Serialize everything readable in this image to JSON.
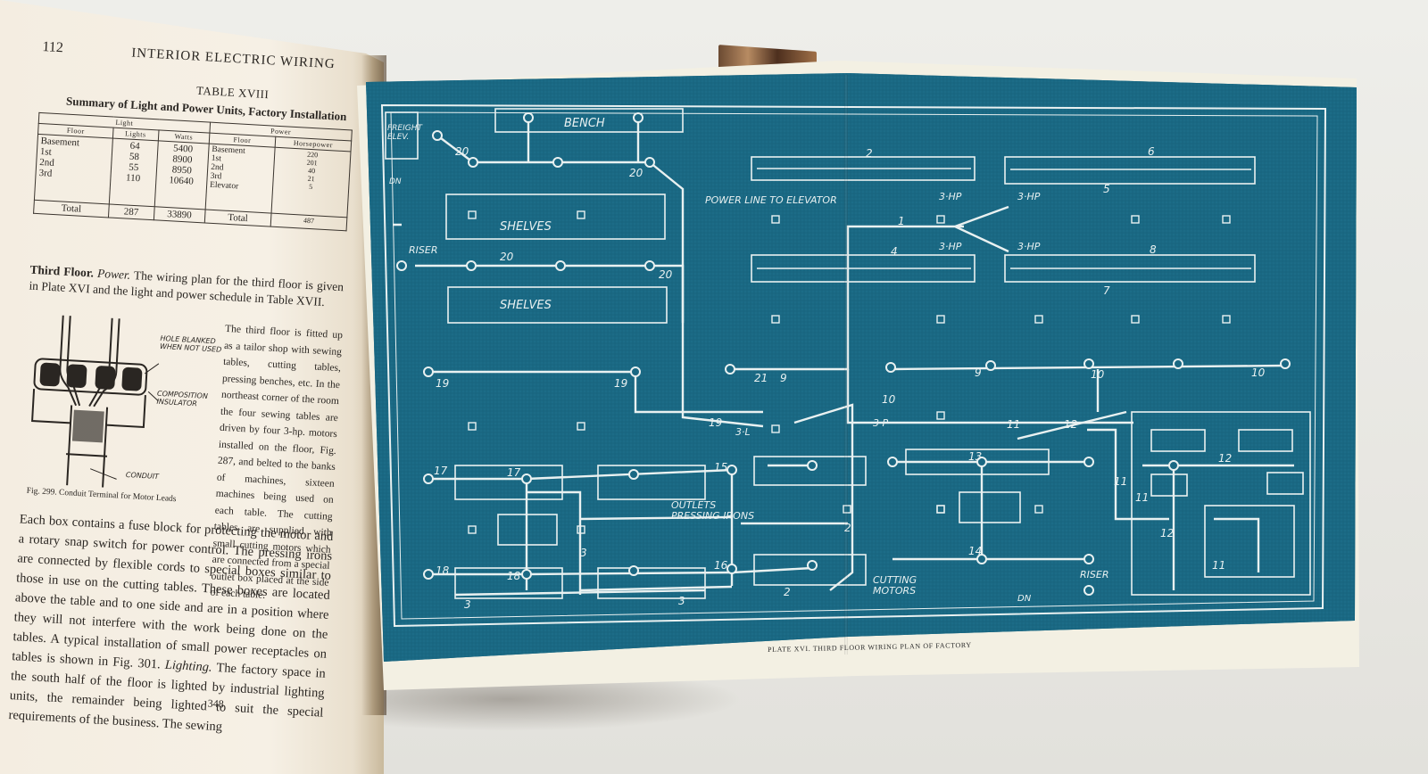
{
  "left_page": {
    "page_number": "112",
    "running_head": "INTERIOR ELECTRIC WIRING",
    "table_title": "TABLE XVIII",
    "table_caption": "Summary of Light and Power Units, Factory Installation",
    "table": {
      "light_header": "Light",
      "power_header": "Power",
      "light_cols": [
        "Floor",
        "Lights",
        "Watts"
      ],
      "power_cols": [
        "Floor",
        "Horsepower"
      ],
      "light_floors": "Basement\n1st\n2nd\n3rd",
      "light_lights": "64\n58\n55\n110",
      "light_watts": "5400\n8900\n8950\n10640",
      "power_floors": "Basement\n1st\n2nd\n3rd\nElevator",
      "power_hp": "220\n201\n40\n21\n5",
      "total_label": "Total",
      "total_lights": "287",
      "total_watts": "33890",
      "total_power_label": "Total",
      "total_hp": "487"
    },
    "para_head": "Third Floor.",
    "para_head_italic": "Power.",
    "para_first": "The wiring plan for the third floor is given in Plate XVI and the light and power schedule in Table XVII.",
    "para_right": "The third floor is fitted up as a tailor shop with sewing tables, cutting tables, pressing benches, etc. In the northeast corner of the room the four sewing tables are driven by four 3-hp. motors installed on the floor, Fig. 287, and belted to the banks of machines, sixteen machines being used on each table. The cutting tables are supplied with small cutting motors which are connected from a special outlet box placed at the side of each table.",
    "fig_labels": {
      "hole": "HOLE BLANKED\nWHEN NOT USED",
      "insulator": "COMPOSITION\nINSULATOR",
      "conduit": "CONDUIT"
    },
    "fig_caption": "Fig. 299.   Conduit Terminal for Motor Leads",
    "lower_para": "Each box contains a fuse block for protecting the motor and a rotary snap switch for power control. The pressing irons are connected by flexible cords to special boxes similar to those in use on the cutting tables. These boxes are located above the table and to one side and are in a position where they will not interfere with the work being done on the tables. A typical installation of small power receptacles on tables is shown in Fig. 301.",
    "lighting_head": "Lighting.",
    "lighting_para": "The factory space in the south half of the floor is lighted by industrial lighting units, the remainder being lighted to suit the special requirements of the business. The sewing",
    "footer_number": "348"
  },
  "plate": {
    "caption": "PLATE XVI.  THIRD FLOOR WIRING PLAN OF FACTORY",
    "labels": {
      "freight": "FREIGHT\nELEV.",
      "bench": "BENCH",
      "shelves1": "SHELVES",
      "shelves2": "SHELVES",
      "riser_left": "RISER",
      "power_line": "POWER LINE TO ELEVATOR",
      "outlets": "OUTLETS\nPRESSING IRONS",
      "cutting": "CUTTING\nMOTORS",
      "riser_right": "RISER",
      "dn_left": "DN",
      "dn_right": "DN",
      "hp_a": "3·HP",
      "hp_b": "3·HP",
      "hp_c": "3·HP",
      "hp_d": "3·HP",
      "three_l": "3·L",
      "three_p": "3·P"
    },
    "circuit_numbers": [
      "20",
      "20",
      "20",
      "20",
      "19",
      "19",
      "19",
      "21",
      "9",
      "9",
      "10",
      "10",
      "10",
      "17",
      "17",
      "15",
      "13",
      "12",
      "12",
      "12",
      "11",
      "11",
      "11",
      "11",
      "18",
      "18",
      "16",
      "14",
      "3",
      "3",
      "3",
      "2",
      "2",
      "1",
      "2",
      "4",
      "5",
      "6",
      "7",
      "8"
    ]
  },
  "colors": {
    "blueprint": "#1a6883",
    "line": "#e9f1f1",
    "paper": "#f4ede1",
    "ink": "#2a2622"
  }
}
